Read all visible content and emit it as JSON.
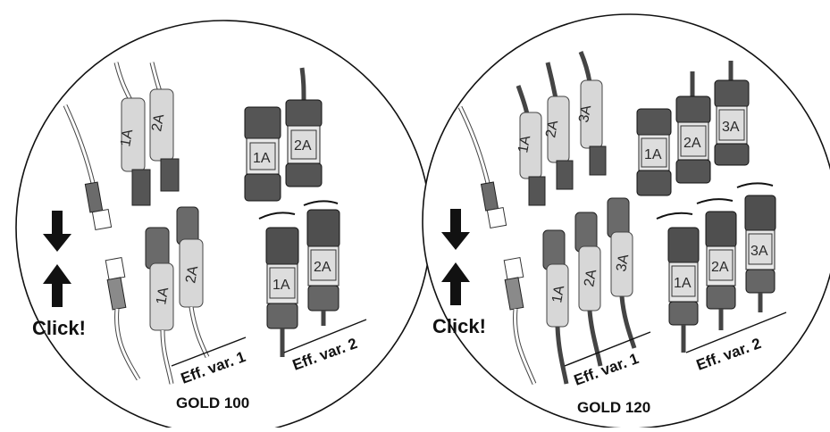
{
  "panels": [
    {
      "model": "GOLD 100",
      "click": "Click!",
      "eff1": "Eff. var. 1",
      "eff2": "Eff. var. 2",
      "plug_labels": [
        "1A",
        "2A"
      ],
      "connector_labels": [
        "1A",
        "2A"
      ],
      "lower_plug_labels": [
        "1A",
        "2A"
      ],
      "lower_connector_labels": [
        "1A",
        "2A"
      ]
    },
    {
      "model": "GOLD 120",
      "click": "Click!",
      "eff1": "Eff. var. 1",
      "eff2": "Eff. var. 2",
      "plug_labels": [
        "1A",
        "2A",
        "3A"
      ],
      "connector_labels": [
        "1A",
        "2A",
        "3A"
      ],
      "lower_plug_labels": [
        "1A",
        "2A",
        "3A"
      ],
      "lower_connector_labels": [
        "1A",
        "2A",
        "3A"
      ]
    }
  ],
  "icons": [
    "arrow-down-icon",
    "arrow-up-icon",
    "rotate-arrow-icon"
  ]
}
